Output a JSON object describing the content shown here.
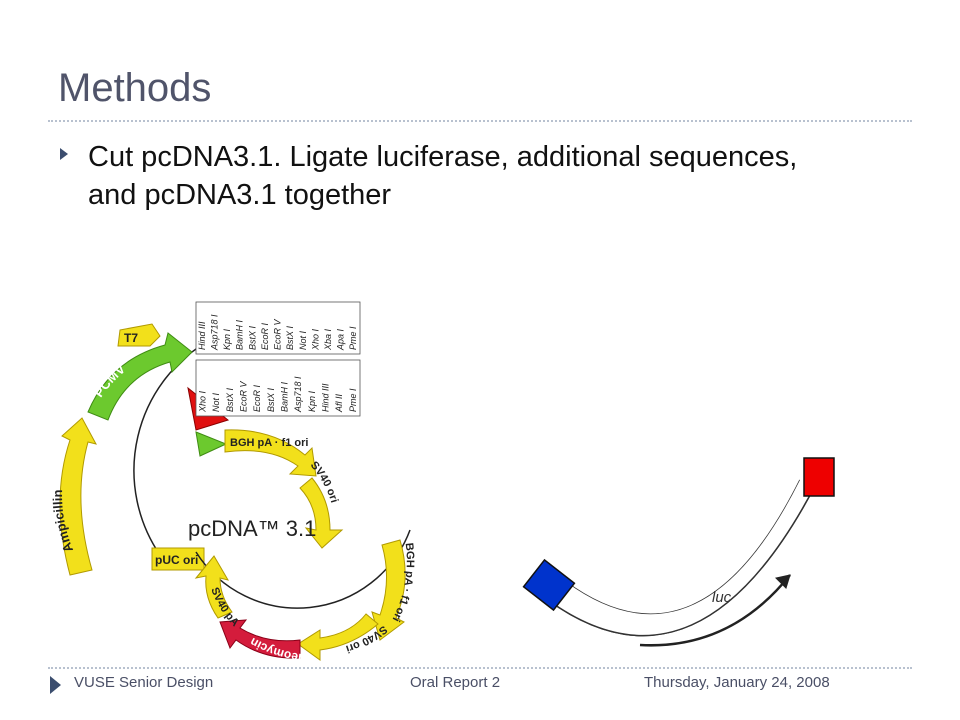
{
  "slide": {
    "title": "Methods",
    "bullet": "Cut pcDNA3.1.  Ligate luciferase, additional sequences, and pcDNA3.1 together"
  },
  "footer": {
    "left": "VUSE Senior Design",
    "middle": "Oral Report 2",
    "right": "Thursday, January 24, 2008"
  },
  "plasmid": {
    "name": "pcDNA™ 3.1",
    "features": {
      "pcmv": "PCMV",
      "ampicillin": "Ampicillin",
      "puc_ori": "pUC ori",
      "sv40pa": "SV40 pA",
      "neomycin": "Neomycin",
      "sv40ori": "SV40 ori",
      "f1ori": "f1 ori",
      "bghpa": "BGH pA",
      "bghpa_f1ori": "BGH pA · f1 ori",
      "t7": "T7"
    },
    "sites_top": [
      "Hind III",
      "Asp718 I",
      "Kpn I",
      "BamH I",
      "BstX I",
      "EcoR I",
      "EcoR V",
      "BstX I",
      "Not I",
      "Xho I",
      "Xba I",
      "Apa I",
      "Pme I"
    ],
    "sites_bottom": [
      "Xho I",
      "Not I",
      "BstX I",
      "EcoR V",
      "EcoR I",
      "BstX I",
      "BamH I",
      "Asp718 I",
      "Kpn I",
      "Hind III",
      "Afl II",
      "Pme I"
    ]
  },
  "insert": {
    "label": "luc",
    "colors": {
      "start": "#0033cc",
      "end": "#ee0000"
    }
  }
}
